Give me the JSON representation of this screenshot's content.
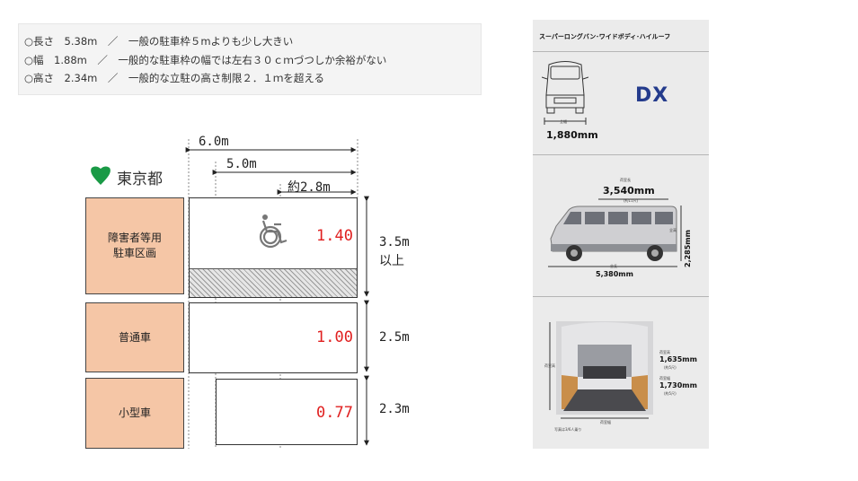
{
  "notes": [
    "○長さ　5.38m　／　一般の駐車枠５mよりも少し大きい",
    "○幅　1.88m　／　一般的な駐車枠の幅では左右３０ｃｍづつしか余裕がない",
    "○高さ　2.34m　／　一般的な立駐の高さ制限２．１ｍを超える"
  ],
  "diagram": {
    "logo_text": "東京都",
    "dims": [
      "6.0m",
      "5.0m",
      "約2.8m"
    ],
    "rows": [
      {
        "category": "障害者等用\n駐車区画",
        "ratio": "1.40",
        "height": "3.5m\n以上"
      },
      {
        "category": "普通車",
        "ratio": "1.00",
        "height": "2.5m"
      },
      {
        "category": "小型車",
        "ratio": "0.77",
        "height": "2.3m"
      }
    ]
  },
  "brochure": {
    "title": "スーパーロングバン･ワイドボディ･ハイルーフ",
    "grade": "DX",
    "width_label": "全幅",
    "width_value": "1,880mm",
    "cargo_length_label": "荷室長",
    "cargo_length_value": "3,540mm",
    "cargo_length_note": "(約11尺)",
    "total_height_label": "全高",
    "total_height_value": "2,285mm",
    "length_label": "全長",
    "length_value": "5,380mm",
    "cargo_height_label": "荷室高",
    "cargo_height_value": "1,635mm",
    "cargo_height_note": "(約5尺)",
    "cargo_width_label": "荷室幅",
    "cargo_width_value": "1,730mm",
    "cargo_width_note": "(約5尺)",
    "interior_side_label": "荷室高",
    "interior_floor_label": "荷室幅",
    "photo_caption": "写真は3/6人乗り"
  },
  "colors": {
    "category_fill": "#f5c6a6",
    "ratio_text": "#e02020",
    "logo_green": "#1a9a46",
    "dx_blue": "#243b8c"
  }
}
